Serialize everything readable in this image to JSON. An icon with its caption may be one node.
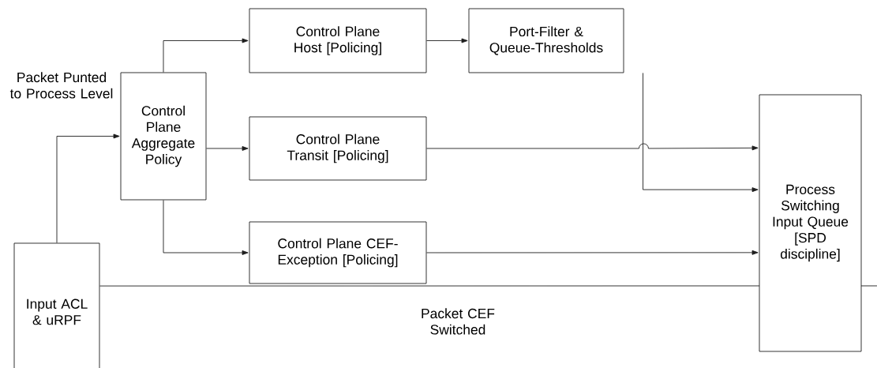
{
  "diagram": {
    "nodes": [
      {
        "text": [
          "Control Plane Host [Policing]"
        ]
      },
      {
        "text": [
          "Port-Filter & Queue-Thresholds"
        ]
      },
      {
        "text": [
          "Control Plane Aggregate Policy"
        ]
      },
      {
        "text": [
          "Control Plane Transit [Policing]"
        ]
      },
      {
        "text": [
          "Process Switching Input Queue [SPD discipline]"
        ]
      },
      {
        "text": [
          "Control Plane CEF-Exception [Policing]"
        ]
      },
      {
        "text": [
          "Input ACL & uRPF"
        ]
      }
    ],
    "edges": [
      {
        "from": 2,
        "to": 0,
        "arrow": "to"
      },
      {
        "from": 0,
        "to": 1,
        "arrow": "to"
      },
      {
        "from": 2,
        "to": 3,
        "arrow": "to"
      },
      {
        "from": 3,
        "to": 4,
        "arrow": "to"
      },
      {
        "from": 1,
        "to": 4,
        "arrow": "to"
      },
      {
        "from": 2,
        "to": 5,
        "arrow": "to"
      },
      {
        "from": 5,
        "to": 4,
        "arrow": "to"
      },
      {
        "from": 6,
        "to": 2,
        "arrow": "to"
      },
      {
        "from": 6,
        "to": null,
        "arrow": "none"
      }
    ],
    "labels": [
      "Packet Punted to Process Level",
      "Packet CEF Switched"
    ]
  }
}
